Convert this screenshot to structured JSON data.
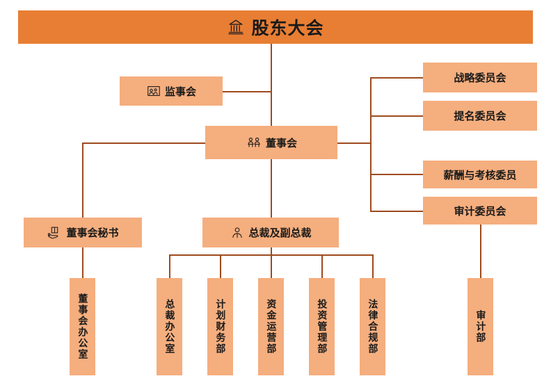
{
  "chart_title": "股东大会",
  "colors": {
    "banner_bg": "#E87E33",
    "box_bg": "#F5AE7E",
    "line": "#9E4A1E",
    "text": "#1a1a1a",
    "page_bg": "#FFFFFF"
  },
  "top": {
    "label": "股东大会",
    "icon": "bank-building-icon"
  },
  "supervisory": {
    "label": "监事会",
    "icon": "group-people-icon"
  },
  "board": {
    "label": "董事会",
    "icon": "board-members-icon"
  },
  "committees": [
    {
      "label": "战略委员会"
    },
    {
      "label": "提名委员会"
    },
    {
      "label": "薪酬与考核委员"
    },
    {
      "label": "审计委员会"
    }
  ],
  "secretary": {
    "label": "董事会秘书",
    "icon": "book-hand-icon"
  },
  "president": {
    "label": "总裁及副总裁",
    "icon": "person-icon"
  },
  "departments": {
    "under_secretary": [
      {
        "label": "董事会办公室"
      }
    ],
    "under_president": [
      {
        "label": "总裁办公室"
      },
      {
        "label": "计划财务部"
      },
      {
        "label": "资金运营部"
      },
      {
        "label": "投资管理部"
      },
      {
        "label": "法律合规部"
      }
    ],
    "under_audit_committee": [
      {
        "label": "审计部"
      }
    ]
  }
}
